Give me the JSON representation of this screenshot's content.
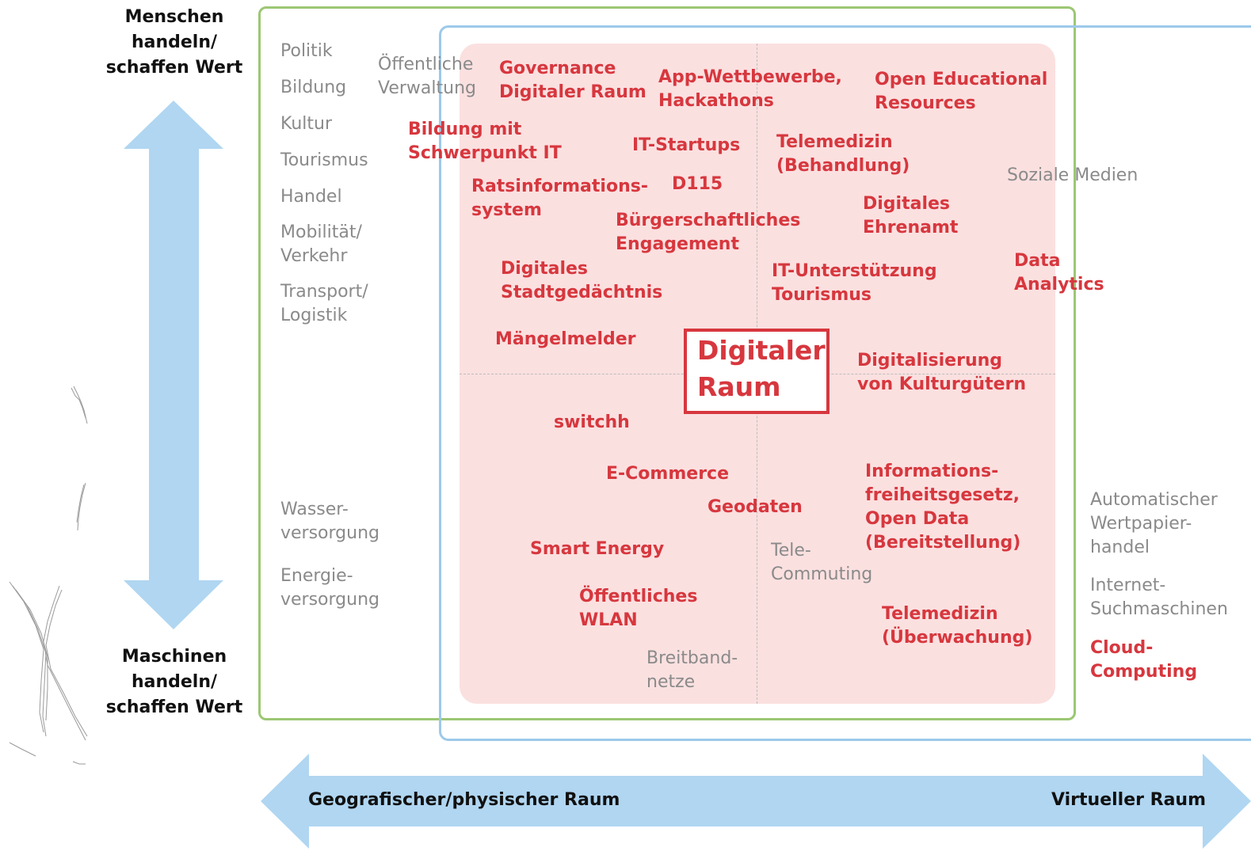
{
  "axis": {
    "top_label": "Menschen\nhandeln/\nschaffen Wert",
    "bottom_label": "Maschinen\nhandeln/\nschaffen Wert",
    "left_label": "Geografischer/physischer Raum",
    "right_label": "Virtueller Raum"
  },
  "center": {
    "label": "Digitaler\nRaum"
  },
  "sectors": [
    "Politik",
    "Bildung",
    "Kultur",
    "Tourismus",
    "Handel",
    "Mobilität/\nVerkehr",
    "Transport/\nLogistik",
    "Wasser-\nversorgung",
    "Energie-\nversorgung"
  ],
  "gray_items": {
    "oeffentliche_verwaltung": "Öffentliche\nVerwaltung",
    "soziale_medien": "Soziale Medien",
    "tele_commuting": "Tele-\nCommuting",
    "breitbandnetze": "Breitband-\nnetze",
    "automatischer_wertpapierhandel": "Automatischer\nWertpapier-\nhandel",
    "internet_suchmaschinen": "Internet-\nSuchmaschinen"
  },
  "red_items": {
    "governance": "Governance\nDigitaler Raum",
    "app_wettbewerbe": "App-Wettbewerbe,\nHackathons",
    "oer": "Open Educational\nResources",
    "bildung_it": "Bildung mit\nSchwerpunkt IT",
    "it_startups": "IT-Startups",
    "telemedizin_behandlung": "Telemedizin\n(Behandlung)",
    "ratsinformationssystem": "Ratsinformations-\nsystem",
    "d115": "D115",
    "digitales_ehrenamt": "Digitales\nEhrenamt",
    "buergerschaftliches_engagement": "Bürgerschaftliches\nEngagement",
    "data_analytics": "Data\nAnalytics",
    "digitales_stadtgedaechtnis": "Digitales\nStadtgedächtnis",
    "it_unterstuetzung_tourismus": "IT-Unterstützung\nTourismus",
    "maengelmelder": "Mängelmelder",
    "digitalisierung_kulturgueter": "Digitalisierung\nvon Kulturgütern",
    "switchh": "switchh",
    "e_commerce": "E-Commerce",
    "informationsfreiheitsgesetz": "Informations-\nfreiheitsgesetz,\nOpen Data\n(Bereitstellung)",
    "geodaten": "Geodaten",
    "smart_energy": "Smart Energy",
    "oeffentliches_wlan": "Öffentliches\nWLAN",
    "telemedizin_ueberwachung": "Telemedizin\n(Überwachung)",
    "cloud_computing": "Cloud-\nComputing"
  },
  "colors": {
    "accent_red": "#d7373e",
    "gray_text": "#8a8a8a",
    "green_frame": "#9cc774",
    "blue_frame": "#9dc9ea",
    "core_fill": "#fbe0e0",
    "arrow_fill": "#b0d6f1"
  }
}
